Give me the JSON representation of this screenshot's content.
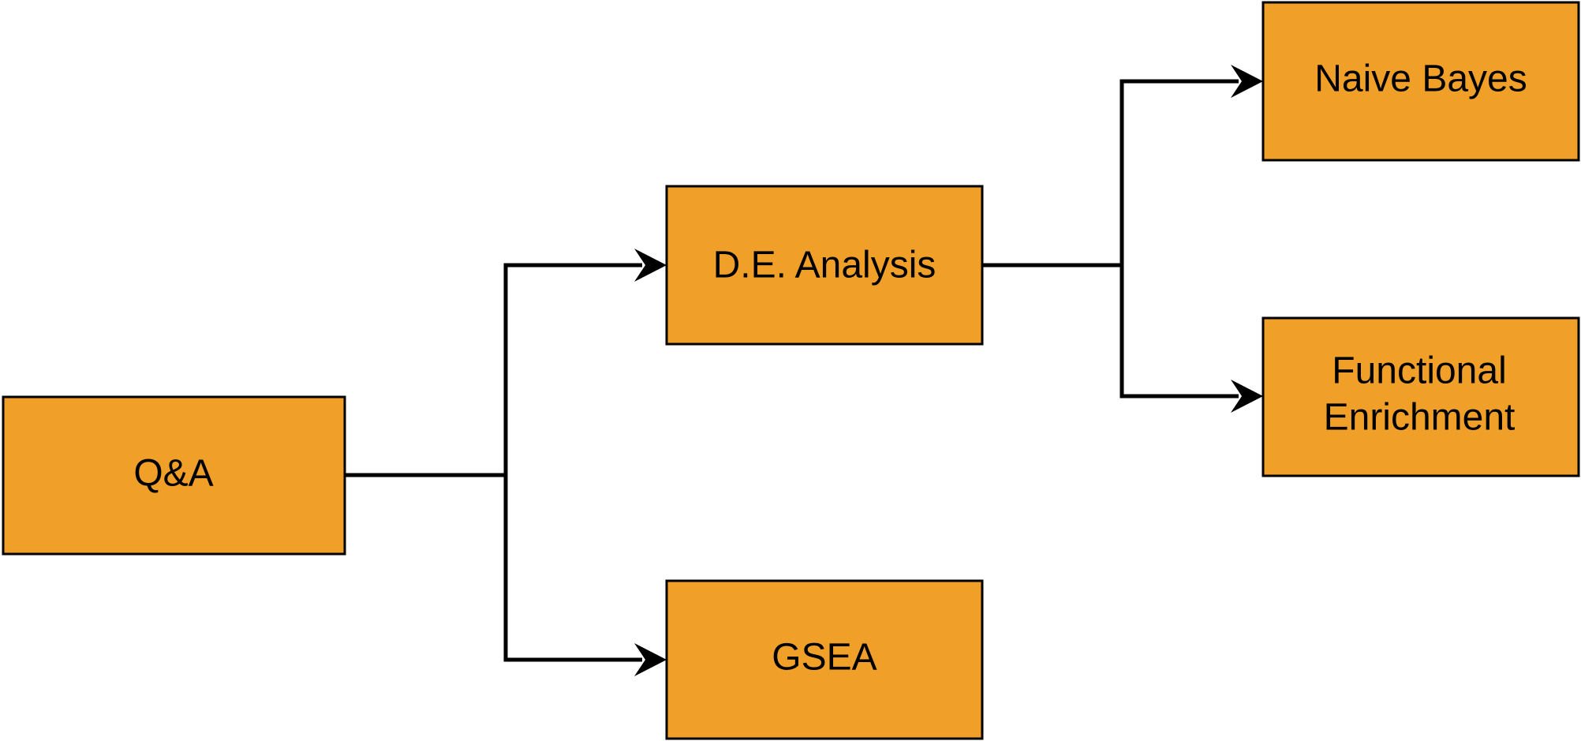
{
  "diagram": {
    "colors": {
      "node_fill": "#F0A028",
      "stroke": "#000000",
      "background": "#FFFFFF"
    },
    "nodes": {
      "qa": {
        "label": "Q&A"
      },
      "de_analysis": {
        "label": "D.E. Analysis"
      },
      "gsea": {
        "label": "GSEA"
      },
      "naive_bayes": {
        "label": "Naive Bayes"
      },
      "functional_enrichment": {
        "line1": "Functional",
        "line2": "Enrichment"
      }
    },
    "edges": [
      {
        "from": "Q&A",
        "to": "D.E. Analysis"
      },
      {
        "from": "Q&A",
        "to": "GSEA"
      },
      {
        "from": "D.E. Analysis",
        "to": "Naive Bayes"
      },
      {
        "from": "D.E. Analysis",
        "to": "Functional Enrichment"
      }
    ]
  }
}
